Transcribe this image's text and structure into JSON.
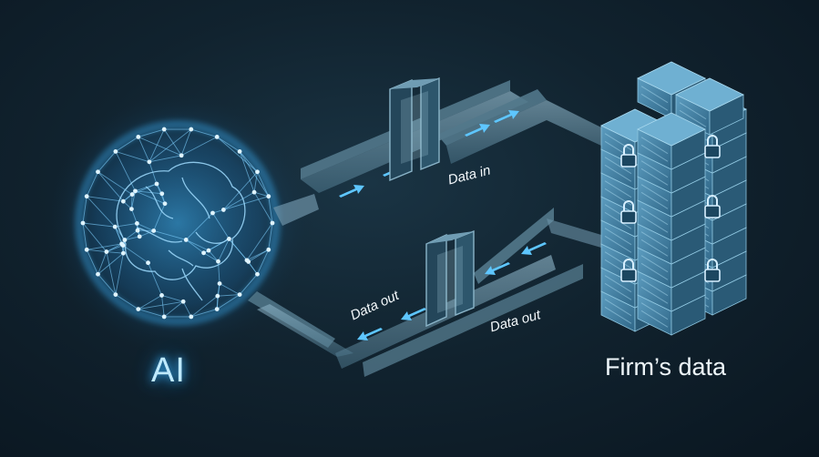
{
  "labels": {
    "ai": "AI",
    "firm_data": "Firm’s data",
    "data_in": "Data in",
    "data_out_left": "Data out",
    "data_out_right": "Data out"
  },
  "colors": {
    "background": "#11232f",
    "glow": "#3fb8ff",
    "server": "#4a8cb0",
    "conduit": "#6c93a8"
  },
  "icons": [
    "brain-icon",
    "lock-icon",
    "gate-icon",
    "arrow-icon"
  ]
}
